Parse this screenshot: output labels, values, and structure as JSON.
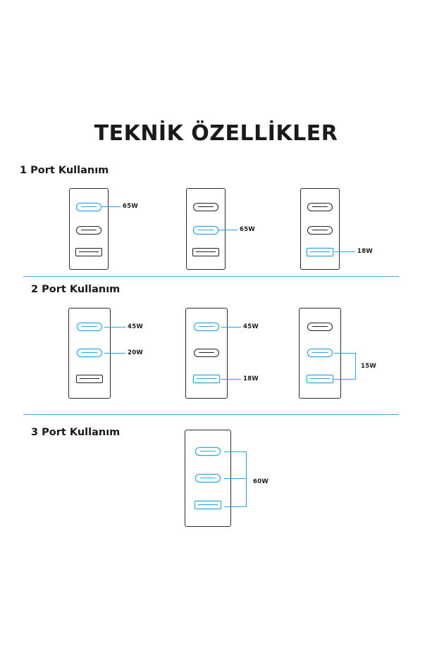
{
  "title": "TEKNİK ÖZELLİKLER",
  "sections": [
    {
      "heading": "1 Port Kullanım",
      "diagrams": [
        {
          "ports": [
            {
              "type": "usb-c",
              "active": true
            },
            {
              "type": "usb-c",
              "active": false
            },
            {
              "type": "usb-a",
              "active": false
            }
          ],
          "outputs": [
            "65W"
          ]
        },
        {
          "ports": [
            {
              "type": "usb-c",
              "active": false
            },
            {
              "type": "usb-c",
              "active": true
            },
            {
              "type": "usb-a",
              "active": false
            }
          ],
          "outputs": [
            "65W"
          ]
        },
        {
          "ports": [
            {
              "type": "usb-c",
              "active": false
            },
            {
              "type": "usb-c",
              "active": false
            },
            {
              "type": "usb-a",
              "active": true
            }
          ],
          "outputs": [
            "18W"
          ]
        }
      ]
    },
    {
      "heading": "2 Port Kullanım",
      "diagrams": [
        {
          "ports": [
            {
              "type": "usb-c",
              "active": true
            },
            {
              "type": "usb-c",
              "active": true
            },
            {
              "type": "usb-a",
              "active": false
            }
          ],
          "outputs": [
            "45W",
            "20W"
          ]
        },
        {
          "ports": [
            {
              "type": "usb-c",
              "active": true
            },
            {
              "type": "usb-c",
              "active": false
            },
            {
              "type": "usb-a",
              "active": true
            }
          ],
          "outputs": [
            "45W",
            "18W"
          ]
        },
        {
          "ports": [
            {
              "type": "usb-c",
              "active": false
            },
            {
              "type": "usb-c",
              "active": true
            },
            {
              "type": "usb-a",
              "active": true
            }
          ],
          "outputs": [
            "15W"
          ]
        }
      ]
    },
    {
      "heading": "3 Port Kullanım",
      "diagrams": [
        {
          "ports": [
            {
              "type": "usb-c",
              "active": true
            },
            {
              "type": "usb-c",
              "active": true
            },
            {
              "type": "usb-a",
              "active": true
            }
          ],
          "outputs": [
            "60W"
          ]
        }
      ]
    }
  ],
  "colors": {
    "accent": "#29a3e3",
    "divider": "#4aa8e0",
    "text": "#1a1a1a"
  }
}
